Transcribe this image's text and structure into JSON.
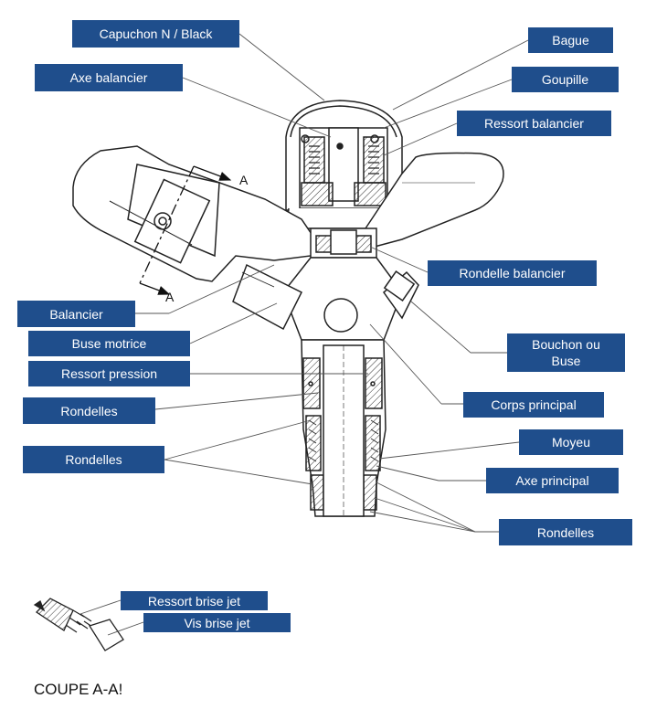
{
  "labels": {
    "capuchon": "Capuchon N / Black",
    "axe_balancier": "Axe balancier",
    "bague": "Bague",
    "goupille": "Goupille",
    "ressort_balancier": "Ressort balancier",
    "rondelle_balancier": "Rondelle balancier",
    "balancier": "Balancier",
    "buse_motrice": "Buse motrice",
    "ressort_pression": "Ressort pression",
    "rondelles_1": "Rondelles",
    "rondelles_2": "Rondelles",
    "bouchon_ou_buse": "Bouchon ou Buse",
    "corps_principal": "Corps principal",
    "moyeu": "Moyeu",
    "axe_principal": "Axe principal",
    "rondelles_3": "Rondelles",
    "ressort_brise_jet": "Ressort brise jet",
    "vis_brise_jet": "Vis brise jet"
  },
  "section_marker": "A",
  "caption": "COUPE A-A!",
  "colors": {
    "label_bg": "#1f4e8c",
    "label_text": "#ffffff",
    "line": "#555555",
    "drawing": "#222222"
  }
}
